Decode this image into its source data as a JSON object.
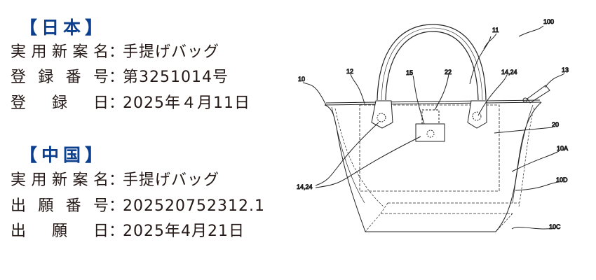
{
  "japan": {
    "heading": "【日本】",
    "rows": [
      {
        "label": "実用新案名",
        "colon": "：",
        "value": "手提げバッグ"
      },
      {
        "label": "登録番号",
        "colon": "：",
        "value": "第3251014号"
      },
      {
        "label": "登録日",
        "colon": "：",
        "value": "2025年４月11日"
      }
    ]
  },
  "china": {
    "heading": "【中国】",
    "rows": [
      {
        "label": "実用新案名",
        "colon": "：",
        "value": "手提げバッグ"
      },
      {
        "label": "出願番号",
        "colon": "：",
        "value": "202520752312.1"
      },
      {
        "label": "出願日",
        "colon": "：",
        "value": "2025年4月21日"
      }
    ]
  },
  "drawing": {
    "labels": {
      "l100": "100",
      "l11": "11",
      "l10": "10",
      "l12": "12",
      "l15": "15",
      "l22": "22",
      "l1424a": "14,24",
      "l13": "13",
      "l20": "20",
      "l10A": "10A",
      "l10D": "10D",
      "l10C": "10C",
      "l1424b": "14,24"
    }
  }
}
